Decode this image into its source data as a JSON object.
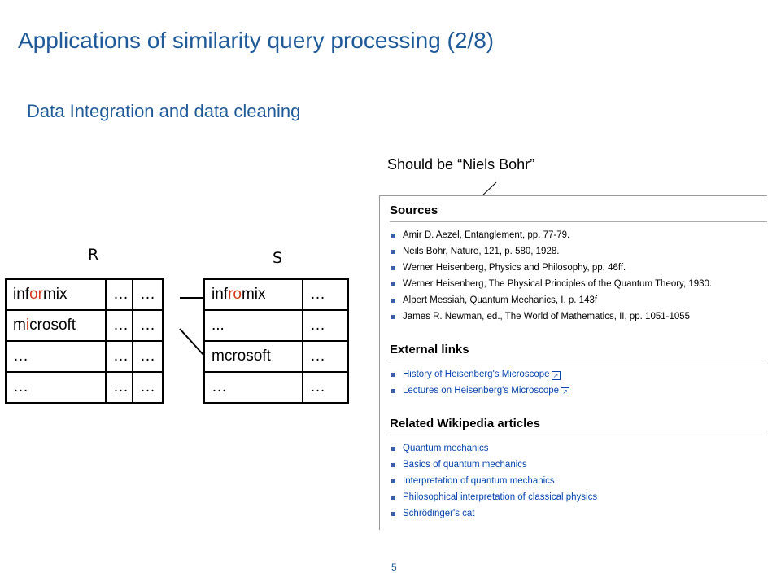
{
  "slide": {
    "title": "Applications of similarity query processing (2/8)",
    "subtitle": "Data Integration and data cleaning",
    "page_number": "5"
  },
  "tables": {
    "r_label": "R",
    "s_label": "S",
    "r_rows": [
      {
        "c1_pre": "inf",
        "c1_hl": "or",
        "c1_post": "mix",
        "c2": "…",
        "c3": "…"
      },
      {
        "c1_pre": "m",
        "c1_hl": "i",
        "c1_post": "crosoft",
        "c2": "…",
        "c3": "…"
      },
      {
        "c1_pre": "…",
        "c1_hl": "",
        "c1_post": "",
        "c2": "…",
        "c3": "…"
      },
      {
        "c1_pre": "…",
        "c1_hl": "",
        "c1_post": "",
        "c2": "…",
        "c3": "…"
      }
    ],
    "s_rows": [
      {
        "c1_pre": "inf",
        "c1_hl": "ro",
        "c1_post": "mix",
        "c2": "…"
      },
      {
        "c1_pre": "...",
        "c1_hl": "",
        "c1_post": "",
        "c2": "…"
      },
      {
        "c1_pre": "mcrosoft",
        "c1_hl": "",
        "c1_post": "",
        "c2": "…"
      },
      {
        "c1_pre": "…",
        "c1_hl": "",
        "c1_post": "",
        "c2": "…"
      }
    ]
  },
  "callout": {
    "text": "Should be “Niels Bohr”"
  },
  "wiki": {
    "sources_heading": "Sources",
    "sources": [
      "Amir D. Aezel, Entanglement, pp. 77-79.",
      "Neils Bohr, Nature, 121, p. 580, 1928.",
      "Werner Heisenberg, Physics and Philosophy, pp. 46ff.",
      "Werner Heisenberg, The Physical Principles of the Quantum Theory, 1930.",
      "Albert Messiah, Quantum Mechanics, I, p. 143f",
      "James R. Newman, ed., The World of Mathematics, II, pp. 1051-1055"
    ],
    "external_heading": "External links",
    "external": [
      "History of Heisenberg's Microscope",
      "Lectures on Heisenberg's Microscope"
    ],
    "related_heading": "Related Wikipedia articles",
    "related": [
      "Quantum mechanics",
      "Basics of quantum mechanics",
      "Interpretation of quantum mechanics",
      "Philosophical interpretation of classical physics",
      "Schrödinger's cat"
    ]
  },
  "colors": {
    "title": "#1f5b98",
    "highlight": "#d63b1b",
    "link": "#0645ad",
    "circle": "#c0392b"
  }
}
